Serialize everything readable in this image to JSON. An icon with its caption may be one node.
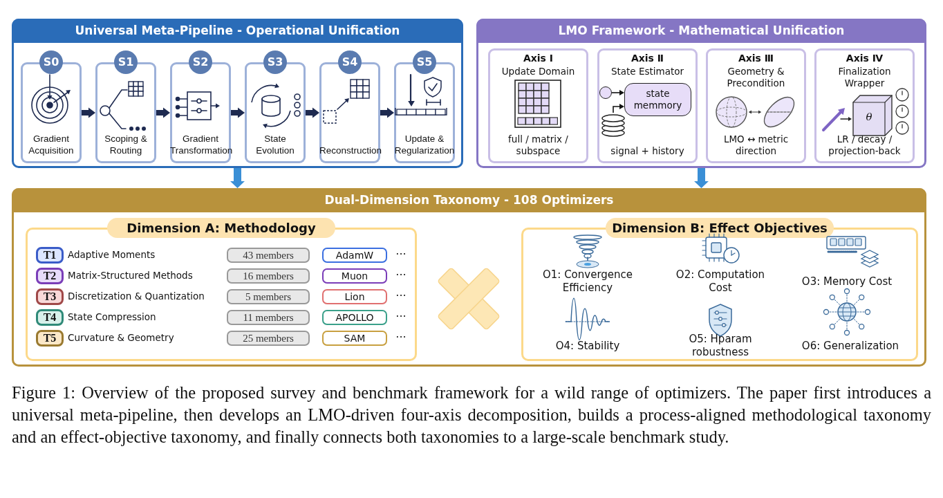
{
  "diagram": {
    "caption": "Figure 1: Overview of the proposed survey and benchmark framework for a wild range of optimizers. The paper first introduces a universal meta-pipeline, then develops an LMO-driven four-axis decomposition, builds a process-aligned methodological taxonomy and an effect-objective taxonomy, and finally connects both taxonomies to a large-scale benchmark study.",
    "nodes": [
      {
        "text": [
          "Universal Meta-Pipeline - Operational Unification"
        ]
      },
      {
        "text": [
          "S0",
          "Gradient Acquisition"
        ],
        "in": 0
      },
      {
        "text": [
          "S1",
          "Scoping & Routing"
        ],
        "in": 0
      },
      {
        "text": [
          "S2",
          "Gradient Transformation"
        ],
        "in": 0
      },
      {
        "text": [
          "S3",
          "State Evolution"
        ],
        "in": 0
      },
      {
        "text": [
          "S4",
          "Reconstruction"
        ],
        "in": 0
      },
      {
        "text": [
          "S5",
          "Update & Regularization"
        ],
        "in": 0
      },
      {
        "text": [
          "LMO Framework - Mathematical Unification"
        ]
      },
      {
        "text": [
          "Axis Ⅰ",
          "Update Domain",
          "full / matrix / subspace"
        ],
        "in": 7
      },
      {
        "text": [
          "Axis Ⅱ",
          "State Estimator",
          "signal + history"
        ],
        "in": 7
      },
      {
        "text": [
          "state memmory"
        ],
        "in": 9
      },
      {
        "text": [],
        "shape": "circle",
        "in": 9
      },
      {
        "text": [],
        "shape": "cylinder",
        "in": 9
      },
      {
        "text": [
          "Axis Ⅲ",
          "Geometry & Precondition",
          "LMO ↔ metric direction"
        ],
        "in": 7
      },
      {
        "text": [
          "Axis Ⅳ",
          "Finalization Wrapper",
          "LR / decay / projection-back"
        ],
        "in": 7
      },
      {
        "text": [
          "Dual-Dimension Taxonomy - 108 Optimizers"
        ]
      },
      {
        "text": [
          "Dimension A: Methodology"
        ],
        "in": 15
      },
      {
        "text": [
          "T1"
        ],
        "beside": [
          "Adaptive Moments"
        ],
        "in": 16
      },
      {
        "text": [
          "43 members"
        ],
        "in": 16
      },
      {
        "text": [
          "AdamW"
        ],
        "in": 16
      },
      {
        "text": [
          "T2"
        ],
        "beside": [
          "Matrix-Structured Methods"
        ],
        "in": 16
      },
      {
        "text": [
          "16 members"
        ],
        "in": 16
      },
      {
        "text": [
          "Muon"
        ],
        "in": 16
      },
      {
        "text": [
          "T3"
        ],
        "beside": [
          "Discretization & Quantization"
        ],
        "in": 16
      },
      {
        "text": [
          "5 members"
        ],
        "in": 16
      },
      {
        "text": [
          "Lion"
        ],
        "in": 16
      },
      {
        "text": [
          "T4"
        ],
        "beside": [
          "State Compression"
        ],
        "in": 16
      },
      {
        "text": [
          "11 members"
        ],
        "in": 16
      },
      {
        "text": [
          "APOLLO"
        ],
        "in": 16
      },
      {
        "text": [
          "T5"
        ],
        "beside": [
          "Curvature & Geometry"
        ],
        "in": 16
      },
      {
        "text": [
          "25 members"
        ],
        "in": 16
      },
      {
        "text": [
          "SAM"
        ],
        "in": 16
      },
      {
        "text": [
          "Dimension B: Effect Objectives"
        ],
        "in": 15
      }
    ],
    "edges": [
      {
        "from": 1,
        "to": 2,
        "arrow": "to"
      },
      {
        "from": 2,
        "to": 3,
        "arrow": "to"
      },
      {
        "from": 3,
        "to": 4,
        "arrow": "to"
      },
      {
        "from": 4,
        "to": 5,
        "arrow": "to"
      },
      {
        "from": 5,
        "to": 6,
        "arrow": "to"
      },
      {
        "from": 11,
        "to": 10,
        "arrow": "to",
        "color": "#111111"
      },
      {
        "from": 12,
        "to": 10,
        "arrow": "to",
        "color": "#111111"
      },
      {
        "from": 0,
        "to": 15,
        "arrow": "to",
        "color": "#3a8fd6"
      },
      {
        "from": 7,
        "to": 15,
        "arrow": "to",
        "color": "#3a8fd6"
      }
    ],
    "labels": [
      "θ",
      "···",
      "···",
      "···",
      "···",
      "···",
      "O1: Convergence Efficiency",
      "O2: Computation Cost",
      "O3: Memory Cost",
      "O4: Stability",
      "O5: Hparam robustness",
      "O6: Generalization"
    ]
  }
}
